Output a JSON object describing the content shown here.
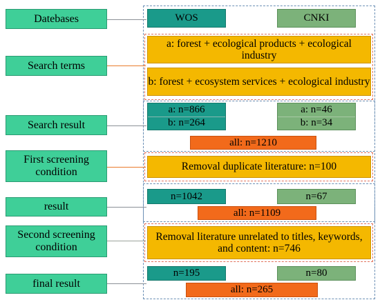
{
  "stages": {
    "databases": "Datebases",
    "search_terms": "Search terms",
    "search_result": "Search result",
    "first_screening": "First screening condition",
    "result": "result",
    "second_screening": "Second screening condition",
    "final_result": "final result"
  },
  "databases": {
    "wos": "WOS",
    "cnki": "CNKI"
  },
  "search_terms": {
    "a": "a: forest + ecological products + ecological industry",
    "b": "b: forest + ecosystem services + ecological industry"
  },
  "search_result": {
    "wos_a": "a: n=866",
    "wos_b": "b: n=264",
    "cnki_a": "a: n=46",
    "cnki_b": "b: n=34",
    "all": "all: n=1210"
  },
  "first_screening": {
    "text": "Removal duplicate literature: n=100"
  },
  "result": {
    "wos": "n=1042",
    "cnki": "n=67",
    "all": "all: n=1109"
  },
  "second_screening": {
    "text": "Removal literature unrelated to titles, keywords, and content: n=746"
  },
  "final_result": {
    "wos": "n=195",
    "cnki": "n=80",
    "all": "all: n=265"
  },
  "colors": {
    "label_green": "#3fcf98",
    "wos_teal": "#1a9a8a",
    "cnki_green": "#7cb27a",
    "condition_orange": "#f4b800",
    "total_red": "#f26a1b",
    "dashed_blue": "#6b8fb5",
    "dashed_red": "#e1715b"
  }
}
